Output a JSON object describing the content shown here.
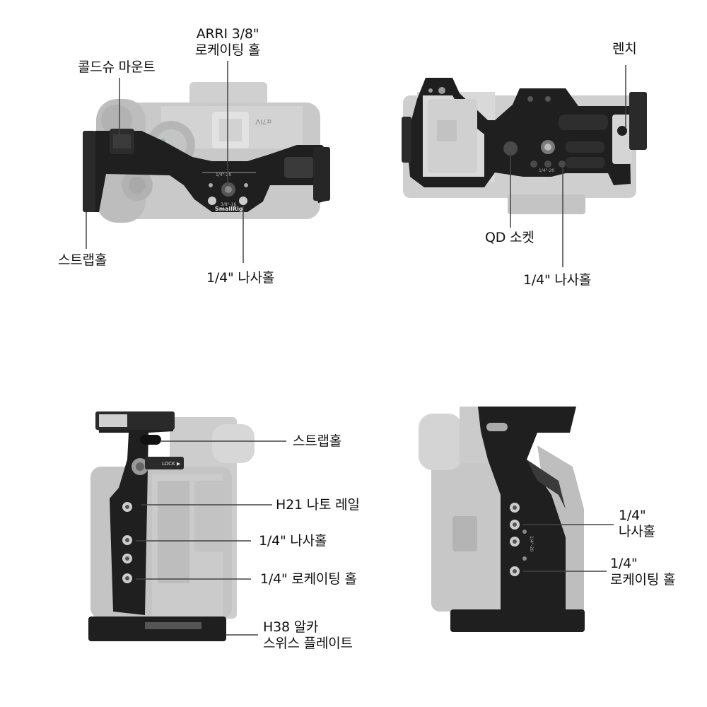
{
  "panels": {
    "top_view": {
      "arri_line1": "ARRI 3/8\"",
      "arri_line2": "로케이팅 홀",
      "cold_shoe": "콜드슈 마운트",
      "strap_hole": "스트랩홀",
      "screw_hole": "1/4\" 나사홀",
      "engraving_thread": "1/4\"-20",
      "engraving_arri": "3/8\"-16",
      "brand": "SmallRig",
      "camera_model": "α7IV"
    },
    "bottom_view": {
      "wrench": "렌치",
      "qd_socket": "QD 소켓",
      "screw_hole": "1/4\" 나사홀",
      "engraving_thread": "1/4\"-20"
    },
    "left_view": {
      "strap_hole": "스트랩홀",
      "nato_rail": "H21 나토 레일",
      "screw_hole": "1/4\" 나사홀",
      "locating_hole": "1/4\" 로케이팅 홀",
      "arca_line1": "H38 알카",
      "arca_line2": "스위스 플레이트",
      "lock_text": "LOCK ▶"
    },
    "right_view": {
      "screw_line1": "1/4\"",
      "screw_line2": "나사홀",
      "locating_line1": "1/4\"",
      "locating_line2": "로케이팅 홀",
      "engraving_thread": "1/4\"-20"
    }
  },
  "colors": {
    "cage_metal": "#1f1f1f",
    "camera_gray": "#bdbdbd",
    "leader_line": "#444444",
    "label_text": "#111111"
  }
}
